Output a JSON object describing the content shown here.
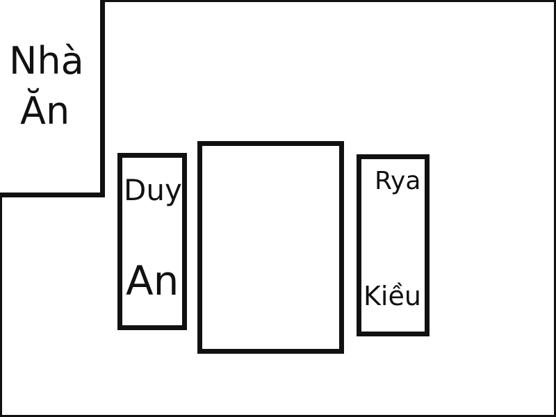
{
  "rooms": {
    "dining": {
      "line1": "Nhà",
      "line2": "Ăn"
    },
    "left_bed": {
      "line1": "Duy",
      "line2": "An"
    },
    "right_bed": {
      "line1": "Rya",
      "line2": "Kiều"
    }
  },
  "colors": {
    "stroke": "#111111",
    "background": "#ffffff"
  }
}
